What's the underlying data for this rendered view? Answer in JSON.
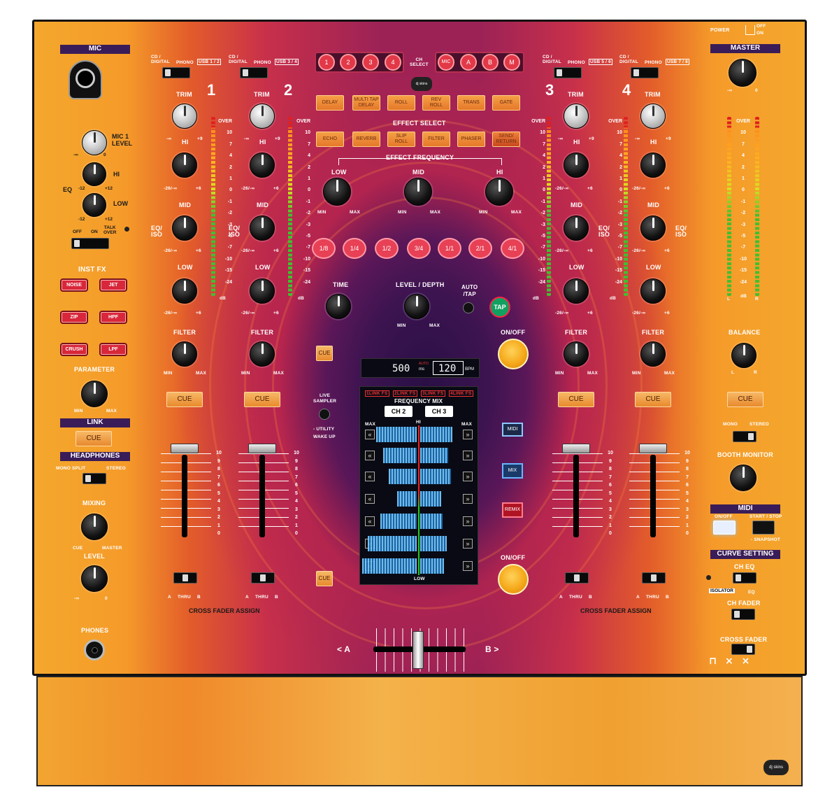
{
  "mic_section": {
    "title": "MIC",
    "mic1_level": "MIC 1\nLEVEL",
    "eq": "EQ",
    "hi": "HI",
    "low": "LOW",
    "minus12": "-12",
    "plus12": "+12",
    "off": "OFF",
    "on": "ON",
    "talk_over": "TALK\nOVER",
    "inf": "-∞",
    "zero": "0"
  },
  "inst_fx": {
    "title": "INST FX",
    "buttons": [
      "NOISE",
      "JET",
      "ZIP",
      "HPF",
      "CRUSH",
      "LPF"
    ],
    "parameter": "PARAMETER",
    "min": "MIN",
    "max": "MAX"
  },
  "link": {
    "title": "LINK",
    "cue": "CUE"
  },
  "headphones": {
    "title": "HEADPHONES",
    "mono_split": "MONO SPLIT",
    "stereo": "STEREO",
    "mixing": "MIXING",
    "cue": "CUE",
    "master": "MASTER",
    "level": "LEVEL",
    "inf": "-∞",
    "zero": "0",
    "phones": "PHONES"
  },
  "channels": [
    {
      "num": "1",
      "input_a": "CD /\nDIGITAL",
      "input_b": "PHONO",
      "usb": "USB 1 / 2"
    },
    {
      "num": "2",
      "input_a": "CD /\nDIGITAL",
      "input_b": "PHONO",
      "usb": "USB 3 / 4"
    },
    {
      "num": "3",
      "input_a": "CD /\nDIGITAL",
      "input_b": "PHONO",
      "usb": "USB 5 / 6"
    },
    {
      "num": "4",
      "input_a": "CD /\nDIGITAL",
      "input_b": "PHONO",
      "usb": "USB 7 / 8"
    }
  ],
  "channel_labels": {
    "trim": "TRIM",
    "hi": "HI",
    "mid": "MID",
    "low": "LOW",
    "eq_iso": "EQ/\nISO",
    "filter": "FILTER",
    "cue": "CUE",
    "min": "MIN",
    "max": "MAX",
    "minus_inf": "-∞",
    "plus9": "+9",
    "range": "-26/-∞",
    "plus6": "+6",
    "db": "dB",
    "a": "A",
    "thru": "THRU",
    "b": "B"
  },
  "meter_scale": [
    "OVER",
    "10",
    "7",
    "4",
    "2",
    "1",
    "0",
    "-1",
    "-2",
    "-3",
    "-5",
    "-7",
    "-10",
    "-15",
    "-24"
  ],
  "fader_scale": [
    "10",
    "9",
    "8",
    "7",
    "6",
    "5",
    "4",
    "3",
    "2",
    "1",
    "0"
  ],
  "ch_select": {
    "label": "CH\nSELECT",
    "left": [
      "1",
      "2",
      "3",
      "4"
    ],
    "right": [
      "MIC",
      "A",
      "B",
      "M"
    ]
  },
  "effects": {
    "row1": [
      "DELAY",
      "MULTI TAP\nDELAY",
      "ROLL",
      "REV\nROLL",
      "TRANS",
      "GATE"
    ],
    "effect_select": "EFFECT SELECT",
    "row2": [
      "ECHO",
      "REVERB",
      "SLIP\nROLL",
      "FILTER",
      "PHASER",
      "SEND/\nRETURN"
    ],
    "effect_frequency": "EFFECT FREQUENCY",
    "freq_knobs": [
      "LOW",
      "MID",
      "HI"
    ],
    "beats": [
      "1/8",
      "1/4",
      "1/2",
      "3/4",
      "1/1",
      "2/1",
      "4/1"
    ],
    "time": "TIME",
    "level_depth": "LEVEL / DEPTH",
    "auto_tap": "AUTO\n/TAP",
    "tap": "TAP",
    "on_off": "ON/OFF",
    "min": "MIN",
    "max": "MAX",
    "cue": "CUE"
  },
  "display": {
    "time": "500",
    "time_unit": "ms",
    "auto": "AUTO",
    "bpm": "120",
    "bpm_unit": "BPM",
    "links": [
      "1LINK FS",
      "2LINK FS",
      "3LINK FS",
      "4LINK FS"
    ],
    "freq_mix": "FREQUENCY MIX",
    "ch_a": "CH 2",
    "ch_b": "CH 3",
    "max": "MAX",
    "hi": "HI",
    "low": "LOW",
    "left_arrow": "«",
    "right_arrow": "»"
  },
  "sampler": {
    "live_sampler": "LIVE\nSAMPLER",
    "utility": "- UTILITY",
    "wake_up": "WAKE UP"
  },
  "mode_buttons": [
    "MIDI",
    "MIX",
    "REMIX"
  ],
  "crossfader": {
    "a": "< A",
    "b": "B >",
    "assign": "CROSS FADER ASSIGN"
  },
  "master": {
    "power": "POWER",
    "off": "OFF",
    "on": "ON",
    "title": "MASTER",
    "inf": "-∞",
    "zero": "0",
    "l": "L",
    "r": "R",
    "db": "dB",
    "balance": "BALANCE",
    "cue": "CUE",
    "mono": "MONO",
    "stereo": "STEREO",
    "booth_monitor": "BOOTH MONITOR"
  },
  "midi": {
    "title": "MIDI",
    "on_off": "ON/OFF",
    "start_stop": "START / STOP",
    "snapshot": "- SNAPSHOT"
  },
  "curve": {
    "title": "CURVE SETTING",
    "ch_eq": "CH EQ",
    "isolator": "ISOLATOR",
    "eq": "EQ",
    "ch_fader": "CH FADER",
    "cross_fader": "CROSS FADER"
  },
  "brand": "dj skins",
  "colors": {
    "bar": "#3a1d58",
    "orange_btn": "#f5a91a",
    "red_btn": "#d8273a"
  }
}
